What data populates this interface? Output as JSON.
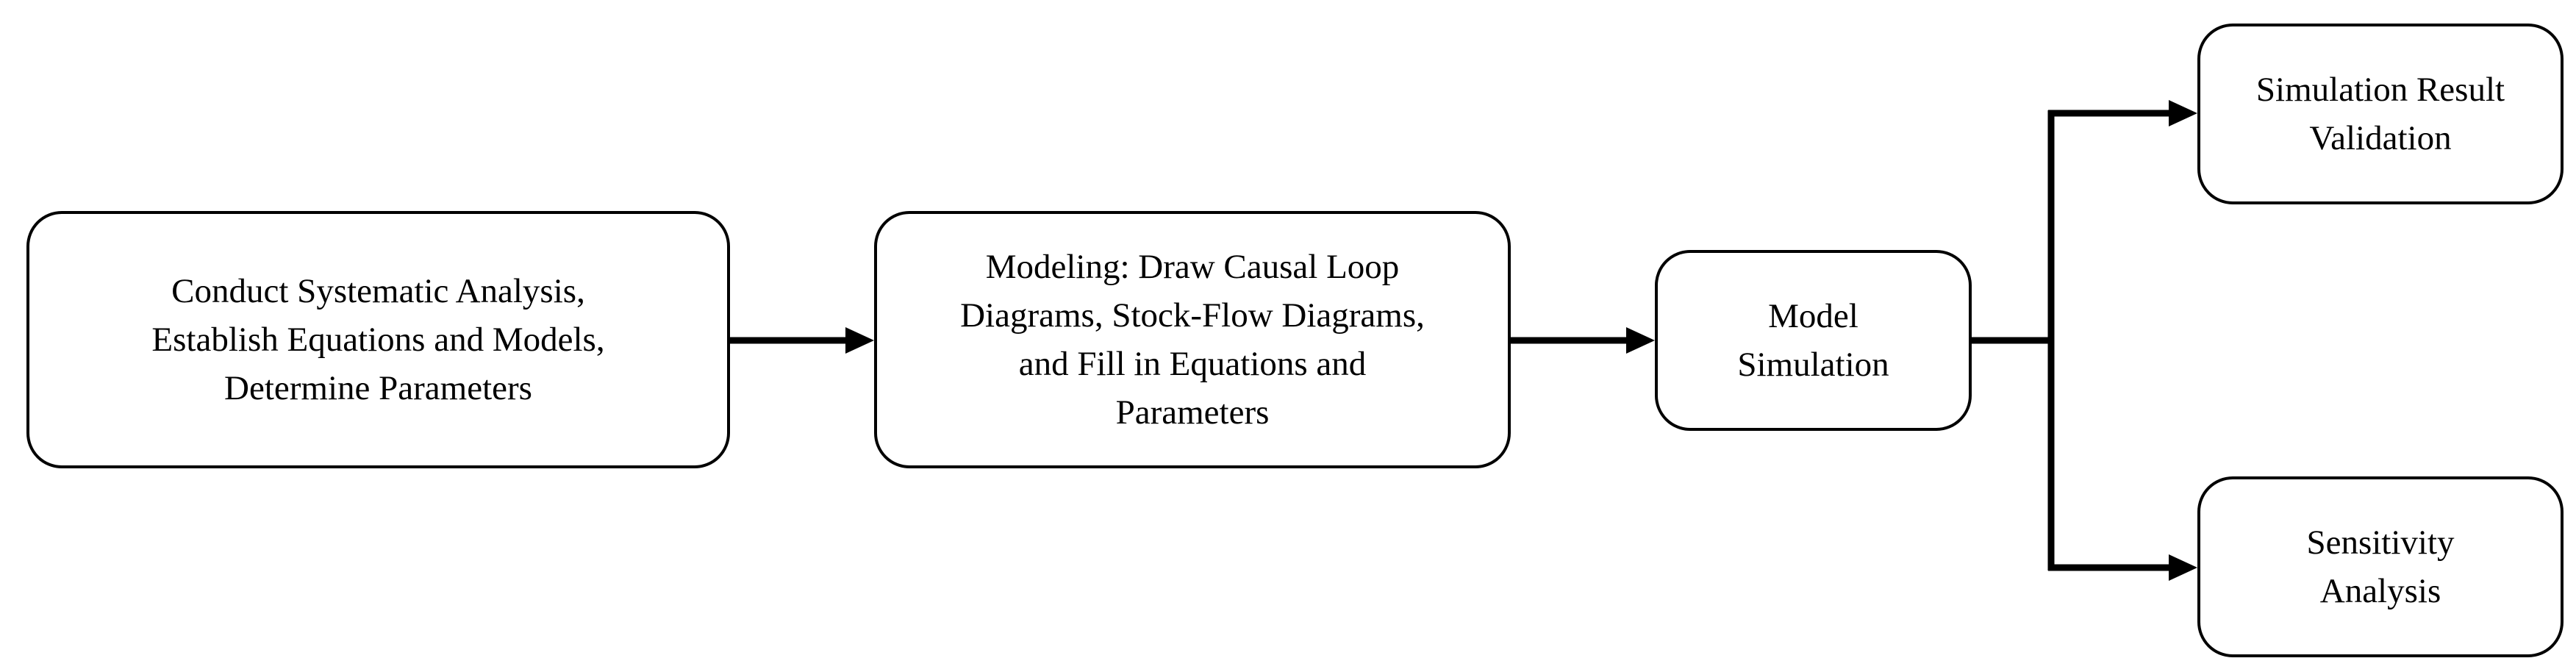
{
  "diagram": {
    "nodes": [
      {
        "id": "analysis",
        "lines": [
          "Conduct Systematic Analysis,",
          "Establish Equations and Models,",
          "Determine Parameters"
        ]
      },
      {
        "id": "modeling",
        "lines": [
          "Modeling: Draw Causal Loop",
          "Diagrams, Stock-Flow Diagrams,",
          "and Fill in Equations and",
          "Parameters"
        ]
      },
      {
        "id": "simulation",
        "lines": [
          "Model",
          "Simulation"
        ]
      },
      {
        "id": "validation",
        "lines": [
          "Simulation Result",
          "Validation"
        ]
      },
      {
        "id": "sensitivity",
        "lines": [
          "Sensitivity",
          "Analysis"
        ]
      }
    ],
    "edges": [
      {
        "from": "analysis",
        "to": "modeling"
      },
      {
        "from": "modeling",
        "to": "simulation"
      },
      {
        "from": "simulation",
        "to": "validation"
      },
      {
        "from": "simulation",
        "to": "sensitivity"
      }
    ]
  }
}
